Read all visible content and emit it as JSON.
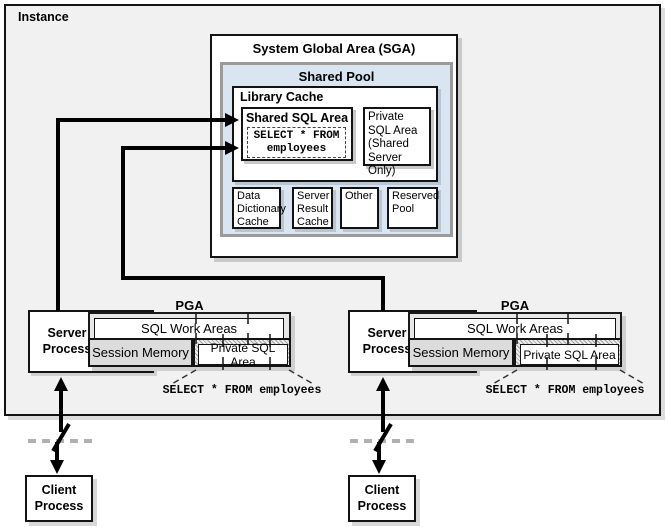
{
  "instance": {
    "label": "Instance"
  },
  "sga": {
    "title": "System Global Area (SGA)"
  },
  "shared_pool": {
    "title": "Shared Pool",
    "boxes": [
      {
        "label": "Data\nDictionary\nCache"
      },
      {
        "label": "Server\nResult\nCache"
      },
      {
        "label": "Other"
      },
      {
        "label": "Reserved\nPool"
      }
    ]
  },
  "library_cache": {
    "title": "Library Cache",
    "shared_sql_area": {
      "title": "Shared SQL Area",
      "statement": "SELECT * FROM\nemployees"
    },
    "private_sql_area": {
      "label": "Private\nSQL Area\n(Shared\nServer Only)"
    }
  },
  "pga": {
    "title": "PGA",
    "sql_work_areas": "SQL Work Areas",
    "session_memory": "Session Memory",
    "private_sql_area": "Private SQL Area",
    "statement": "SELECT * FROM employees"
  },
  "server_process": {
    "label": "Server\nProcess"
  },
  "client_process": {
    "label": "Client\nProcess"
  },
  "colors": {
    "instance_fill": "#f1f1f1",
    "shared_pool_fill": "#d9e5f0",
    "shared_pool_border": "#9b9b9b",
    "pga_fill": "#e7e7e7",
    "session_memory_fill": "#dcdcdc",
    "connector": "#000000",
    "network_dash": "#b0b0b0"
  }
}
